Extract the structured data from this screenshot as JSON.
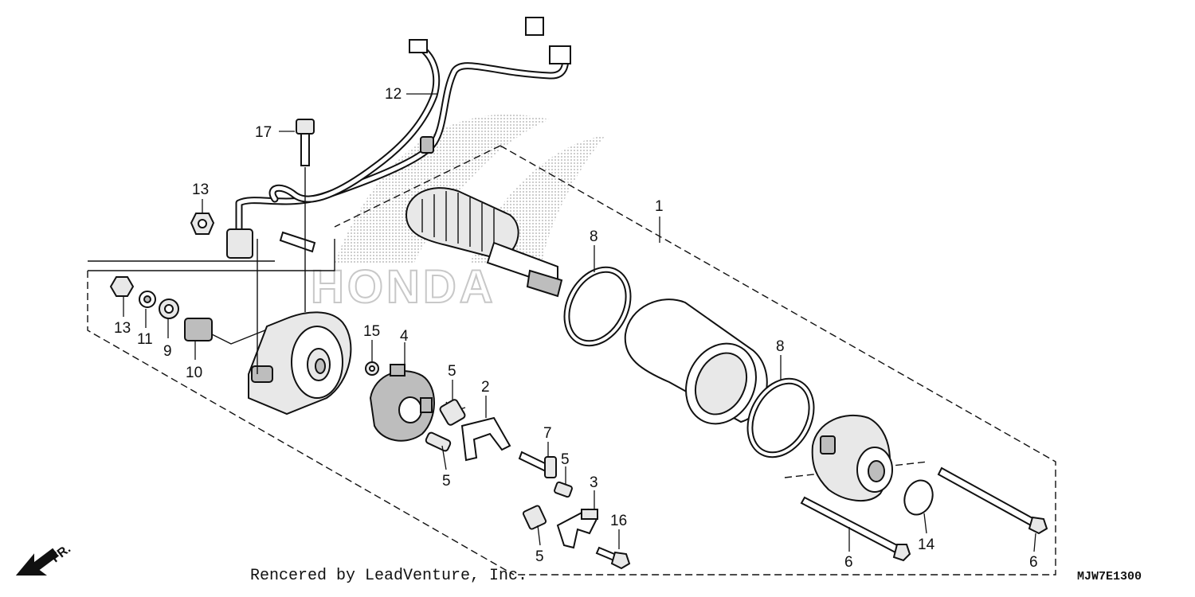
{
  "diagram": {
    "callouts": [
      "1",
      "2",
      "3",
      "4",
      "5",
      "6",
      "7",
      "8",
      "9",
      "10",
      "11",
      "12",
      "13",
      "14",
      "15",
      "16",
      "17"
    ],
    "labels": {
      "l1": "1",
      "l2": "2",
      "l3": "3",
      "l4": "4",
      "l5a": "5",
      "l5b": "5",
      "l5c": "5",
      "l5d": "5",
      "l6a": "6",
      "l6b": "6",
      "l7": "7",
      "l8a": "8",
      "l8b": "8",
      "l9": "9",
      "l10": "10",
      "l11": "11",
      "l12": "12",
      "l13a": "13",
      "l13b": "13",
      "l14": "14",
      "l15": "15",
      "l16": "16",
      "l17": "17"
    },
    "direction_label": "FR.",
    "watermark": "HONDA"
  },
  "footer": {
    "credit": "Rencered by LeadVenture, Inc.",
    "drawing_code": "MJW7E1300"
  },
  "colors": {
    "ink": "#111111",
    "background": "#ffffff",
    "watermark": "#d9d9d9"
  }
}
